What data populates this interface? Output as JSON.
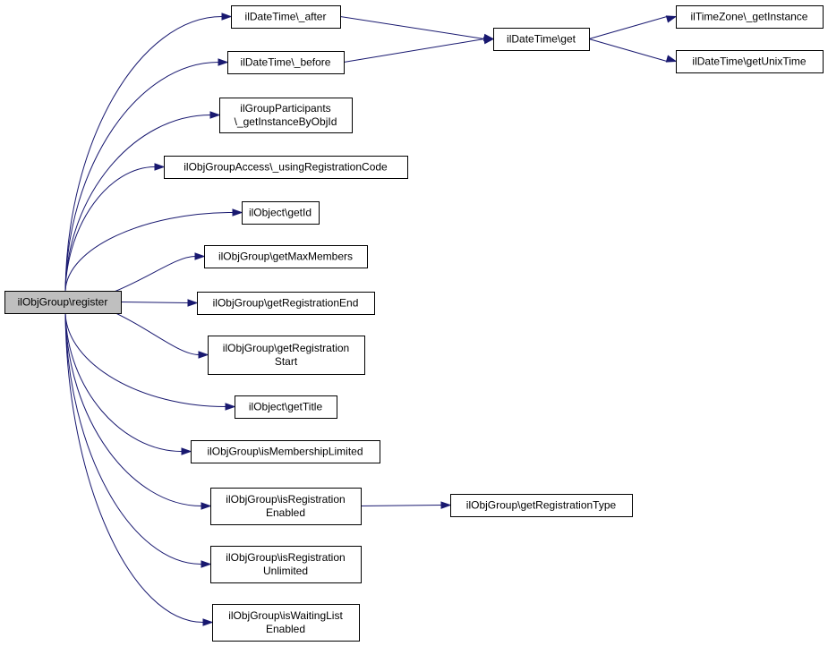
{
  "nodes": {
    "register": {
      "lines": [
        "ilObjGroup\\register"
      ],
      "root": true
    },
    "after": {
      "lines": [
        "ilDateTime\\_after"
      ]
    },
    "before": {
      "lines": [
        "ilDateTime\\_before"
      ]
    },
    "get": {
      "lines": [
        "ilDateTime\\get"
      ]
    },
    "tz": {
      "lines": [
        "ilTimeZone\\_getInstance"
      ]
    },
    "unix": {
      "lines": [
        "ilDateTime\\getUnixTime"
      ]
    },
    "gp": {
      "lines": [
        "ilGroupParticipants",
        "\\_getInstanceByObjId"
      ]
    },
    "regcode": {
      "lines": [
        "ilObjGroupAccess\\_usingRegistrationCode"
      ]
    },
    "getid": {
      "lines": [
        "ilObject\\getId"
      ]
    },
    "maxm": {
      "lines": [
        "ilObjGroup\\getMaxMembers"
      ]
    },
    "regend": {
      "lines": [
        "ilObjGroup\\getRegistrationEnd"
      ]
    },
    "regstart": {
      "lines": [
        "ilObjGroup\\getRegistration",
        "Start"
      ]
    },
    "title": {
      "lines": [
        "ilObject\\getTitle"
      ]
    },
    "memlim": {
      "lines": [
        "ilObjGroup\\isMembershipLimited"
      ]
    },
    "regenabled": {
      "lines": [
        "ilObjGroup\\isRegistration",
        "Enabled"
      ]
    },
    "regtype": {
      "lines": [
        "ilObjGroup\\getRegistrationType"
      ]
    },
    "regunl": {
      "lines": [
        "ilObjGroup\\isRegistration",
        "Unlimited"
      ]
    },
    "waiting": {
      "lines": [
        "ilObjGroup\\isWaitingList",
        "Enabled"
      ]
    }
  },
  "edges": [
    [
      "register",
      "after"
    ],
    [
      "register",
      "before"
    ],
    [
      "register",
      "gp"
    ],
    [
      "register",
      "regcode"
    ],
    [
      "register",
      "getid"
    ],
    [
      "register",
      "maxm"
    ],
    [
      "register",
      "regend"
    ],
    [
      "register",
      "regstart"
    ],
    [
      "register",
      "title"
    ],
    [
      "register",
      "memlim"
    ],
    [
      "register",
      "regenabled"
    ],
    [
      "register",
      "regunl"
    ],
    [
      "register",
      "waiting"
    ],
    [
      "after",
      "get"
    ],
    [
      "before",
      "get"
    ],
    [
      "get",
      "tz"
    ],
    [
      "get",
      "unix"
    ],
    [
      "regenabled",
      "regtype"
    ]
  ],
  "colors": {
    "edge": "#191970",
    "root_fill": "#bfbfbf",
    "node_fill": "#ffffff",
    "border": "#000000"
  }
}
